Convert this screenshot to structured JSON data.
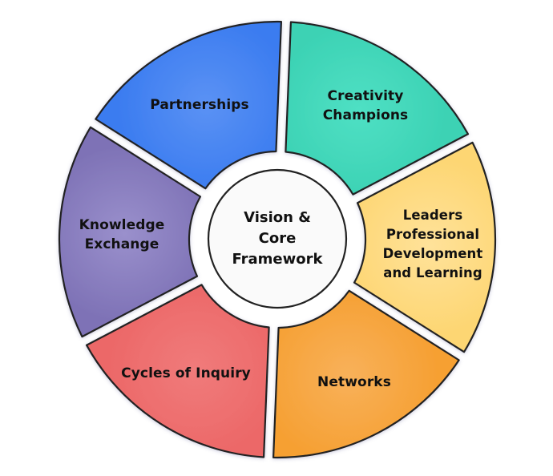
{
  "diagram": {
    "type": "segmented-wheel",
    "center": {
      "label": "Vision &\nCore\nFramework",
      "fill": "#fafafa",
      "stroke": "#222222"
    },
    "segments": [
      {
        "id": "creativity-champions",
        "label": "Creativity\nChampions",
        "color": "#3cd2b4",
        "light": "#4fe0c4"
      },
      {
        "id": "leaders-professional-development",
        "label": "Leaders\nProfessional\nDevelopment\nand Learning",
        "color": "#fdd673",
        "light": "#ffe29a"
      },
      {
        "id": "networks",
        "label": "Networks",
        "color": "#f6a033",
        "light": "#f8b15a"
      },
      {
        "id": "cycles-of-inquiry",
        "label": "Cycles of Inquiry",
        "color": "#ec6868",
        "light": "#f07b7b"
      },
      {
        "id": "knowledge-exchange",
        "label": "Knowledge\nExchange",
        "color": "#7e72b6",
        "light": "#9a90cc"
      },
      {
        "id": "partnerships",
        "label": "Partnerships",
        "color": "#3b7cf0",
        "light": "#5b92f4"
      }
    ]
  }
}
